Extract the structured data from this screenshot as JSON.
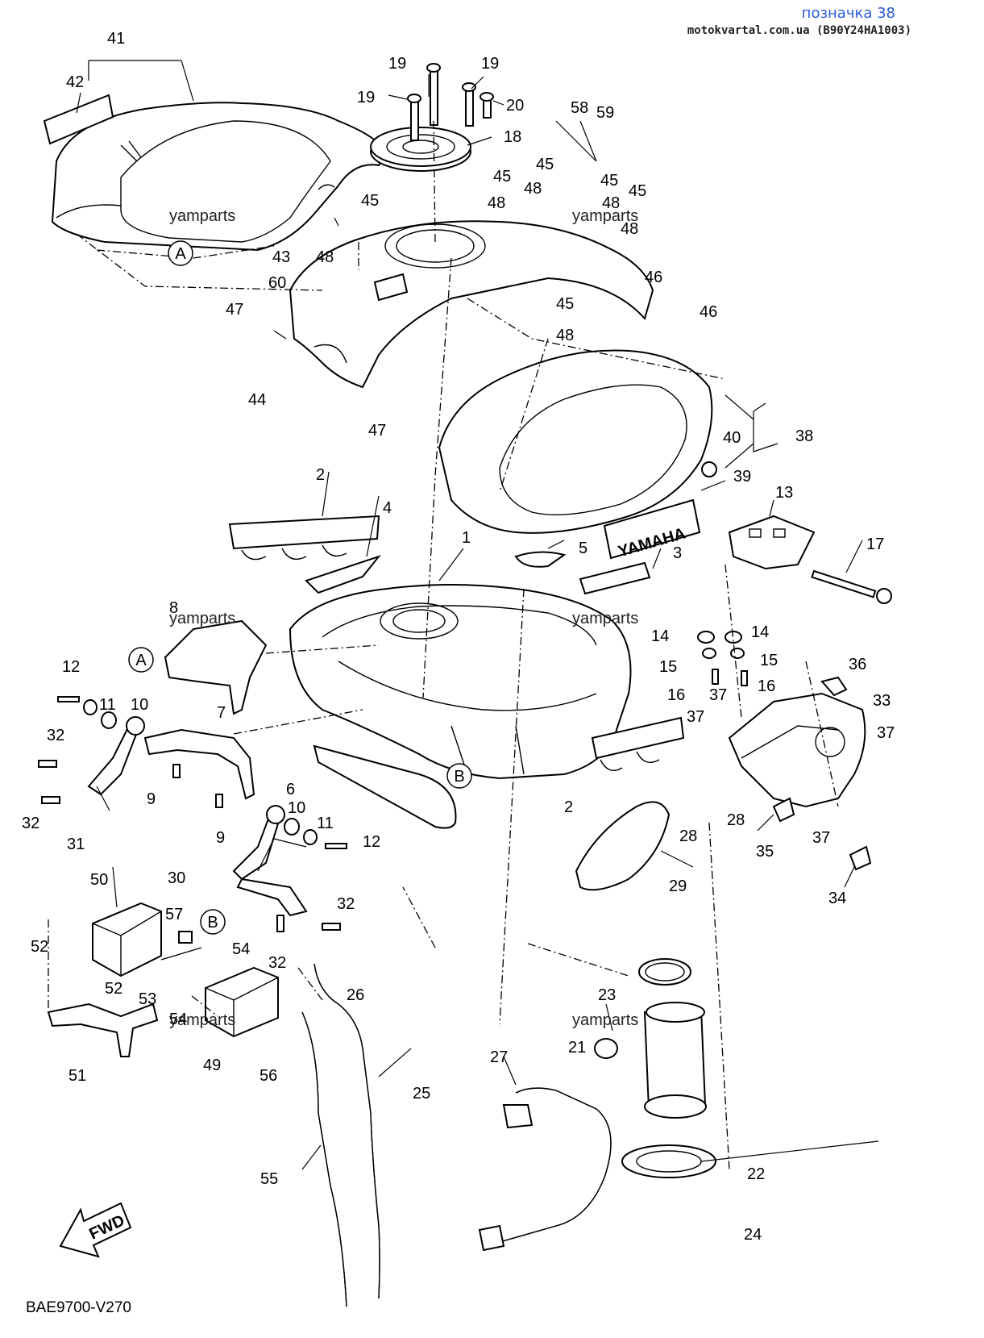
{
  "header": {
    "title": "позначка 38",
    "source": "motokvartal.com.ua (B90Y24HA1003)"
  },
  "watermark": "yamparts",
  "badge_text": "YAMAHA",
  "fwd_label": "FWD",
  "drawing_code": "BAE9700-V270",
  "refs": {
    "a": "A",
    "b": "B"
  },
  "callouts": [
    {
      "n": "41"
    },
    {
      "n": "42"
    },
    {
      "n": "19"
    },
    {
      "n": "19"
    },
    {
      "n": "19"
    },
    {
      "n": "20"
    },
    {
      "n": "18"
    },
    {
      "n": "58"
    },
    {
      "n": "59"
    },
    {
      "n": "45"
    },
    {
      "n": "48"
    },
    {
      "n": "45"
    },
    {
      "n": "45"
    },
    {
      "n": "48"
    },
    {
      "n": "45"
    },
    {
      "n": "45"
    },
    {
      "n": "48"
    },
    {
      "n": "48"
    },
    {
      "n": "43"
    },
    {
      "n": "48"
    },
    {
      "n": "46"
    },
    {
      "n": "60"
    },
    {
      "n": "45"
    },
    {
      "n": "46"
    },
    {
      "n": "47"
    },
    {
      "n": "48"
    },
    {
      "n": "44"
    },
    {
      "n": "47"
    },
    {
      "n": "40"
    },
    {
      "n": "38"
    },
    {
      "n": "39"
    },
    {
      "n": "2"
    },
    {
      "n": "4"
    },
    {
      "n": "1"
    },
    {
      "n": "5"
    },
    {
      "n": "13"
    },
    {
      "n": "3"
    },
    {
      "n": "17"
    },
    {
      "n": "8"
    },
    {
      "n": "14"
    },
    {
      "n": "14"
    },
    {
      "n": "12"
    },
    {
      "n": "15"
    },
    {
      "n": "15"
    },
    {
      "n": "36"
    },
    {
      "n": "11"
    },
    {
      "n": "10"
    },
    {
      "n": "16"
    },
    {
      "n": "37"
    },
    {
      "n": "16"
    },
    {
      "n": "33"
    },
    {
      "n": "7"
    },
    {
      "n": "37"
    },
    {
      "n": "37"
    },
    {
      "n": "32"
    },
    {
      "n": "9"
    },
    {
      "n": "6"
    },
    {
      "n": "2"
    },
    {
      "n": "28"
    },
    {
      "n": "32"
    },
    {
      "n": "10"
    },
    {
      "n": "11"
    },
    {
      "n": "9"
    },
    {
      "n": "12"
    },
    {
      "n": "28"
    },
    {
      "n": "35"
    },
    {
      "n": "37"
    },
    {
      "n": "31"
    },
    {
      "n": "29"
    },
    {
      "n": "30"
    },
    {
      "n": "50"
    },
    {
      "n": "34"
    },
    {
      "n": "32"
    },
    {
      "n": "57"
    },
    {
      "n": "52"
    },
    {
      "n": "54"
    },
    {
      "n": "32"
    },
    {
      "n": "52"
    },
    {
      "n": "26"
    },
    {
      "n": "53"
    },
    {
      "n": "23"
    },
    {
      "n": "54"
    },
    {
      "n": "49"
    },
    {
      "n": "51"
    },
    {
      "n": "21"
    },
    {
      "n": "56"
    },
    {
      "n": "27"
    },
    {
      "n": "25"
    },
    {
      "n": "22"
    },
    {
      "n": "55"
    },
    {
      "n": "24"
    }
  ]
}
